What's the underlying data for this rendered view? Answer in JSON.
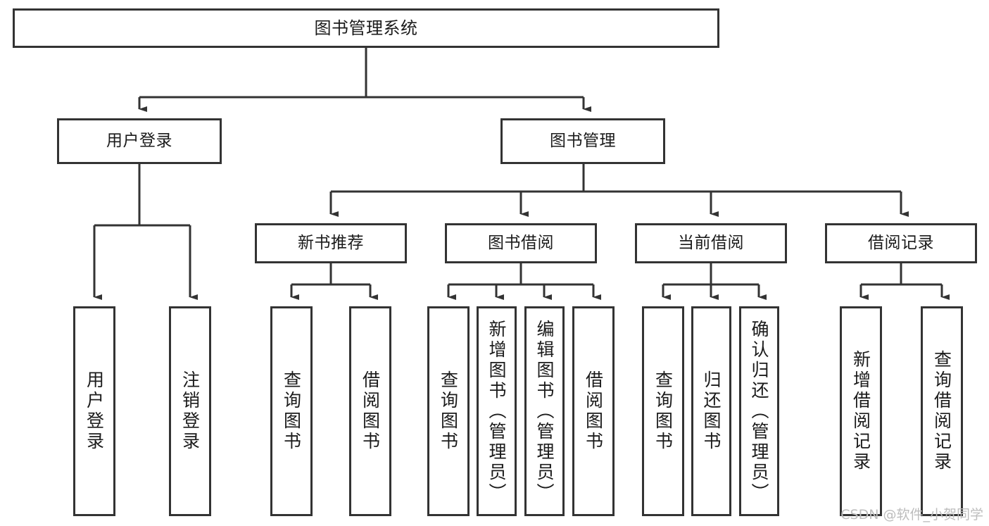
{
  "diagram": {
    "title": "图书管理系统",
    "type": "tree",
    "line_color": "#333333",
    "box_fill": "#ffffff",
    "text_color": "#1b1b1b"
  },
  "root": {
    "label": "图书管理系统"
  },
  "level2": [
    {
      "label": "用户登录"
    },
    {
      "label": "图书管理"
    }
  ],
  "level3": [
    {
      "label": "新书推荐"
    },
    {
      "label": "图书借阅"
    },
    {
      "label": "当前借阅"
    },
    {
      "label": "借阅记录"
    }
  ],
  "leaves": {
    "user_login": [
      {
        "label": "用户登录"
      },
      {
        "label": "注销登录"
      }
    ],
    "new_book": [
      {
        "label": "查询图书"
      },
      {
        "label": "借阅图书"
      }
    ],
    "borrow_book": [
      {
        "label": "查询图书"
      },
      {
        "label": "新增图书（管理员）"
      },
      {
        "label": "编辑图书（管理员）"
      },
      {
        "label": "借阅图书"
      }
    ],
    "current_borrow": [
      {
        "label": "查询图书"
      },
      {
        "label": "归还图书"
      },
      {
        "label": "确认归还（管理员）"
      }
    ],
    "borrow_record": [
      {
        "label": "新增借阅记录"
      },
      {
        "label": "查询借阅记录"
      }
    ]
  },
  "watermark": {
    "text": "CSDN @软件_小贺同学"
  }
}
